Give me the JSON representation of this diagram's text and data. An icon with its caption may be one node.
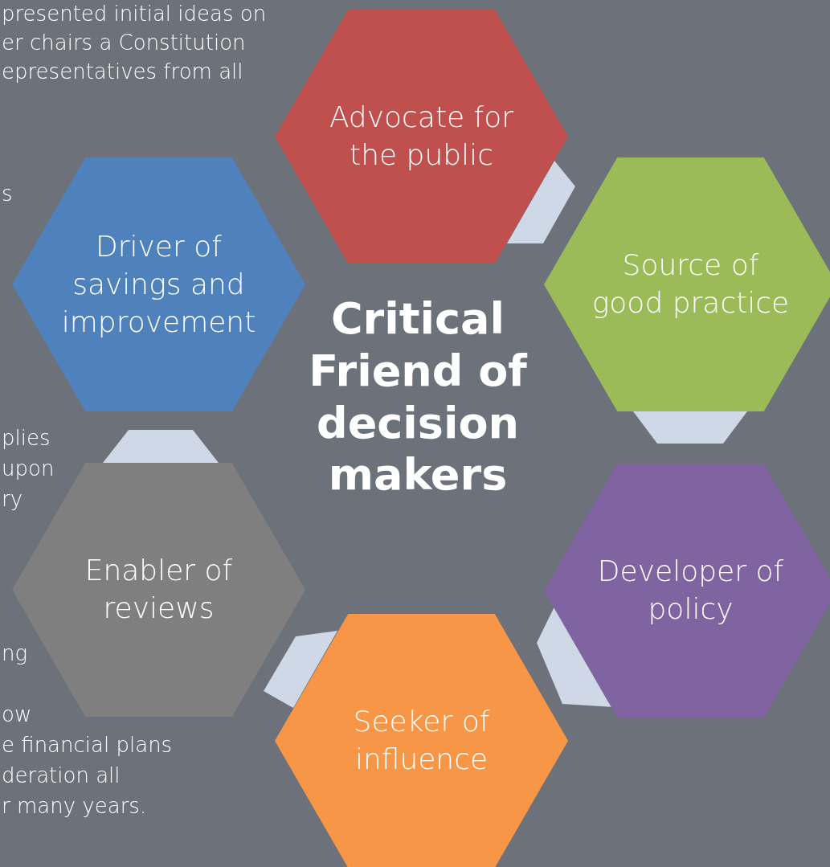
{
  "diagram": {
    "nodes": [
      {
        "text": [
          "Advocate for the public"
        ]
      },
      {
        "text": [
          "Driver of savings and improvement"
        ]
      },
      {
        "text": [
          "Source of good practice"
        ]
      },
      {
        "text": [
          "Enabler of reviews"
        ]
      },
      {
        "text": [
          "Developer of policy"
        ]
      },
      {
        "text": [
          "Seeker of influence"
        ]
      },
      {
        "text": [],
        "shape": "box"
      },
      {
        "text": [],
        "shape": "box"
      },
      {
        "text": [],
        "shape": "box"
      },
      {
        "text": [],
        "shape": "box"
      },
      {
        "text": [],
        "shape": "box"
      }
    ],
    "labels": [
      "presented initial ideas on",
      "er chairs a Constitution",
      "epresentatives from all",
      "s",
      "Critical Friend of decision makers",
      "plies",
      "upon",
      "ry",
      "ng",
      "ow",
      "e financial plans",
      "deration all",
      "r many years."
    ]
  }
}
